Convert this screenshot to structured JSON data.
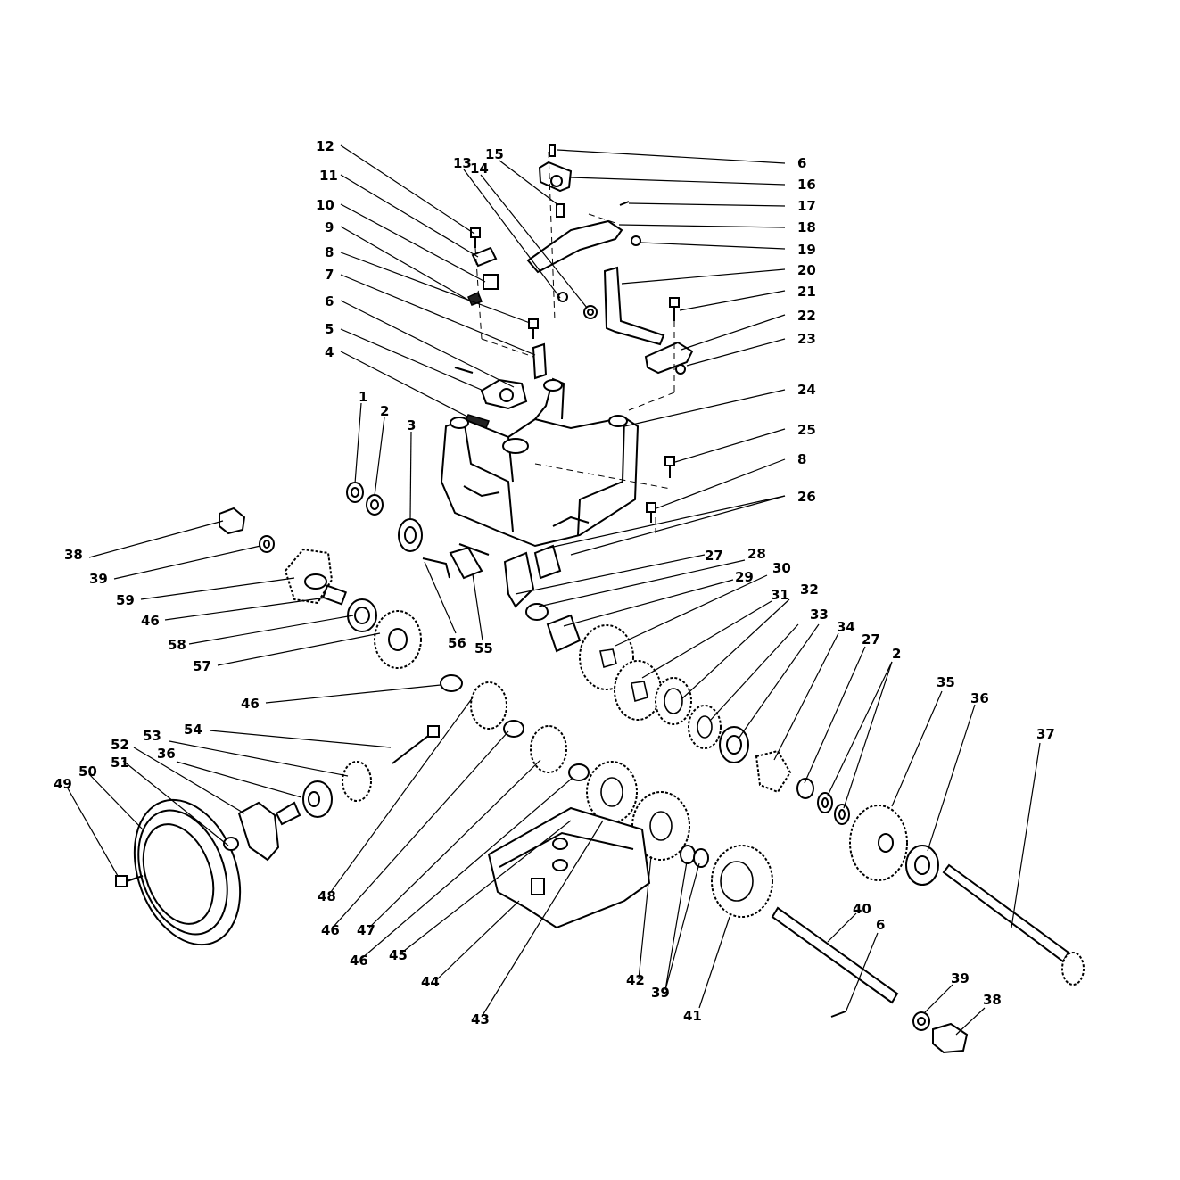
{
  "callouts": [
    "1",
    "2",
    "3",
    "4",
    "5",
    "6",
    "7",
    "8",
    "9",
    "10",
    "11",
    "12",
    "13",
    "14",
    "15",
    "6",
    "16",
    "17",
    "18",
    "19",
    "20",
    "21",
    "22",
    "23",
    "24",
    "25",
    "8",
    "26",
    "27",
    "28",
    "29",
    "30",
    "31",
    "32",
    "33",
    "34",
    "27",
    "2",
    "35",
    "36",
    "37",
    "38",
    "39",
    "59",
    "46",
    "58",
    "57",
    "56",
    "55",
    "46",
    "54",
    "53",
    "52",
    "51",
    "36",
    "50",
    "49",
    "48",
    "46",
    "47",
    "46",
    "45",
    "44",
    "43",
    "42",
    "39",
    "41",
    "40",
    "6",
    "39",
    "38"
  ]
}
